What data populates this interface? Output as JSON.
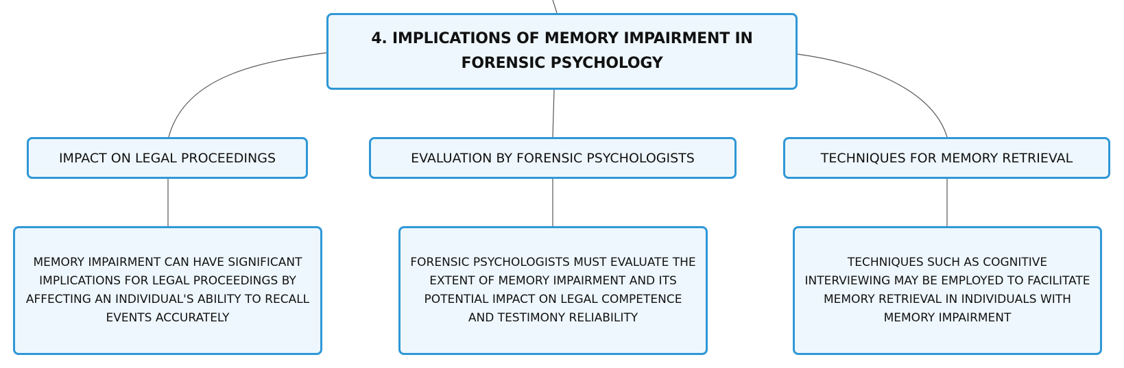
{
  "root": {
    "title": "4. IMPLICATIONS OF MEMORY IMPAIRMENT IN FORENSIC PSYCHOLOGY"
  },
  "branches": [
    {
      "topic": "IMPACT ON LEGAL PROCEEDINGS",
      "detail": "MEMORY IMPAIRMENT CAN HAVE SIGNIFICANT IMPLICATIONS FOR LEGAL PROCEEDINGS BY AFFECTING AN INDIVIDUAL'S ABILITY TO RECALL EVENTS ACCURATELY"
    },
    {
      "topic": "EVALUATION BY FORENSIC PSYCHOLOGISTS",
      "detail": "FORENSIC PSYCHOLOGISTS MUST EVALUATE THE EXTENT OF MEMORY IMPAIRMENT AND ITS POTENTIAL IMPACT ON LEGAL COMPETENCE AND TESTIMONY RELIABILITY"
    },
    {
      "topic": "TECHNIQUES FOR MEMORY RETRIEVAL",
      "detail": "TECHNIQUES SUCH AS COGNITIVE INTERVIEWING MAY BE EMPLOYED TO FACILITATE MEMORY RETRIEVAL IN INDIVIDUALS WITH MEMORY IMPAIRMENT"
    }
  ],
  "colors": {
    "node_border": "#2f97d6",
    "node_fill": "#eef7fd",
    "connector": "#555555"
  }
}
